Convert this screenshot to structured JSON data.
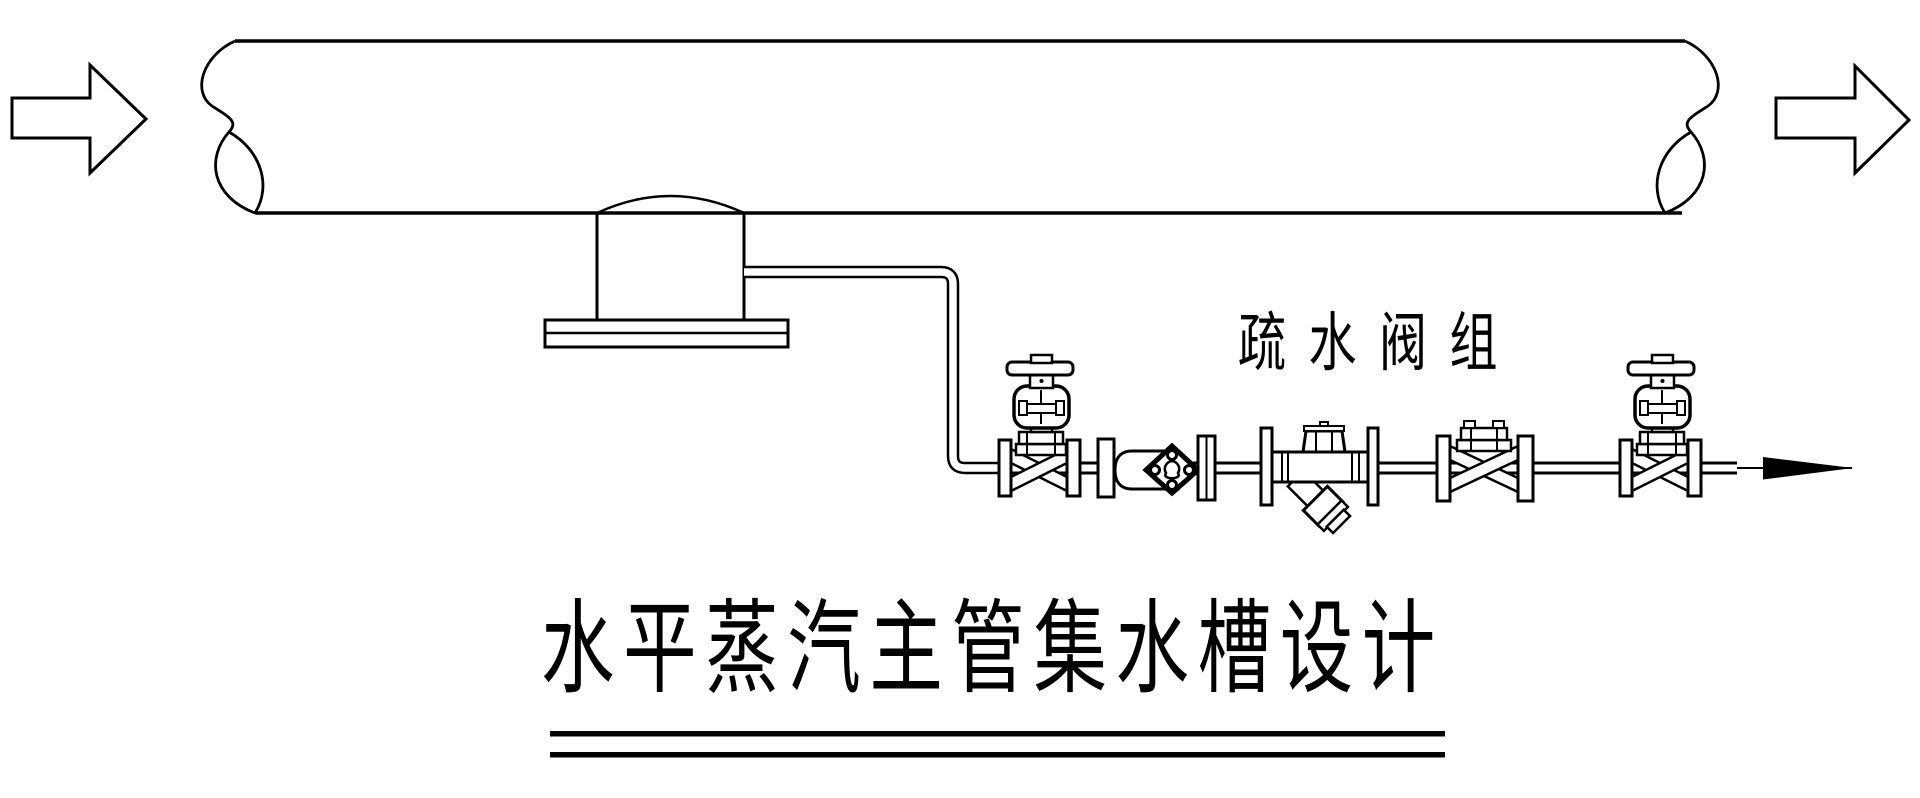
{
  "drawing": {
    "title": "水平蒸汽主管集水槽设计",
    "valve_group_label": "疏水阀组",
    "colors": {
      "line": "#000000",
      "background": "#ffffff"
    },
    "components": [
      "flow-direction-arrow-in",
      "horizontal-steam-main-pipe",
      "pipe-break-symbol-left",
      "pipe-break-symbol-right",
      "drip-pocket-collecting-pot",
      "pot-bottom-flange",
      "condensate-drain-pipe",
      "upstream-globe-valve",
      "disc-steam-trap-body",
      "flange-pair",
      "y-strainer",
      "steam-trap-bolted-cover",
      "downstream-globe-valve",
      "flow-direction-arrowhead-out"
    ]
  }
}
